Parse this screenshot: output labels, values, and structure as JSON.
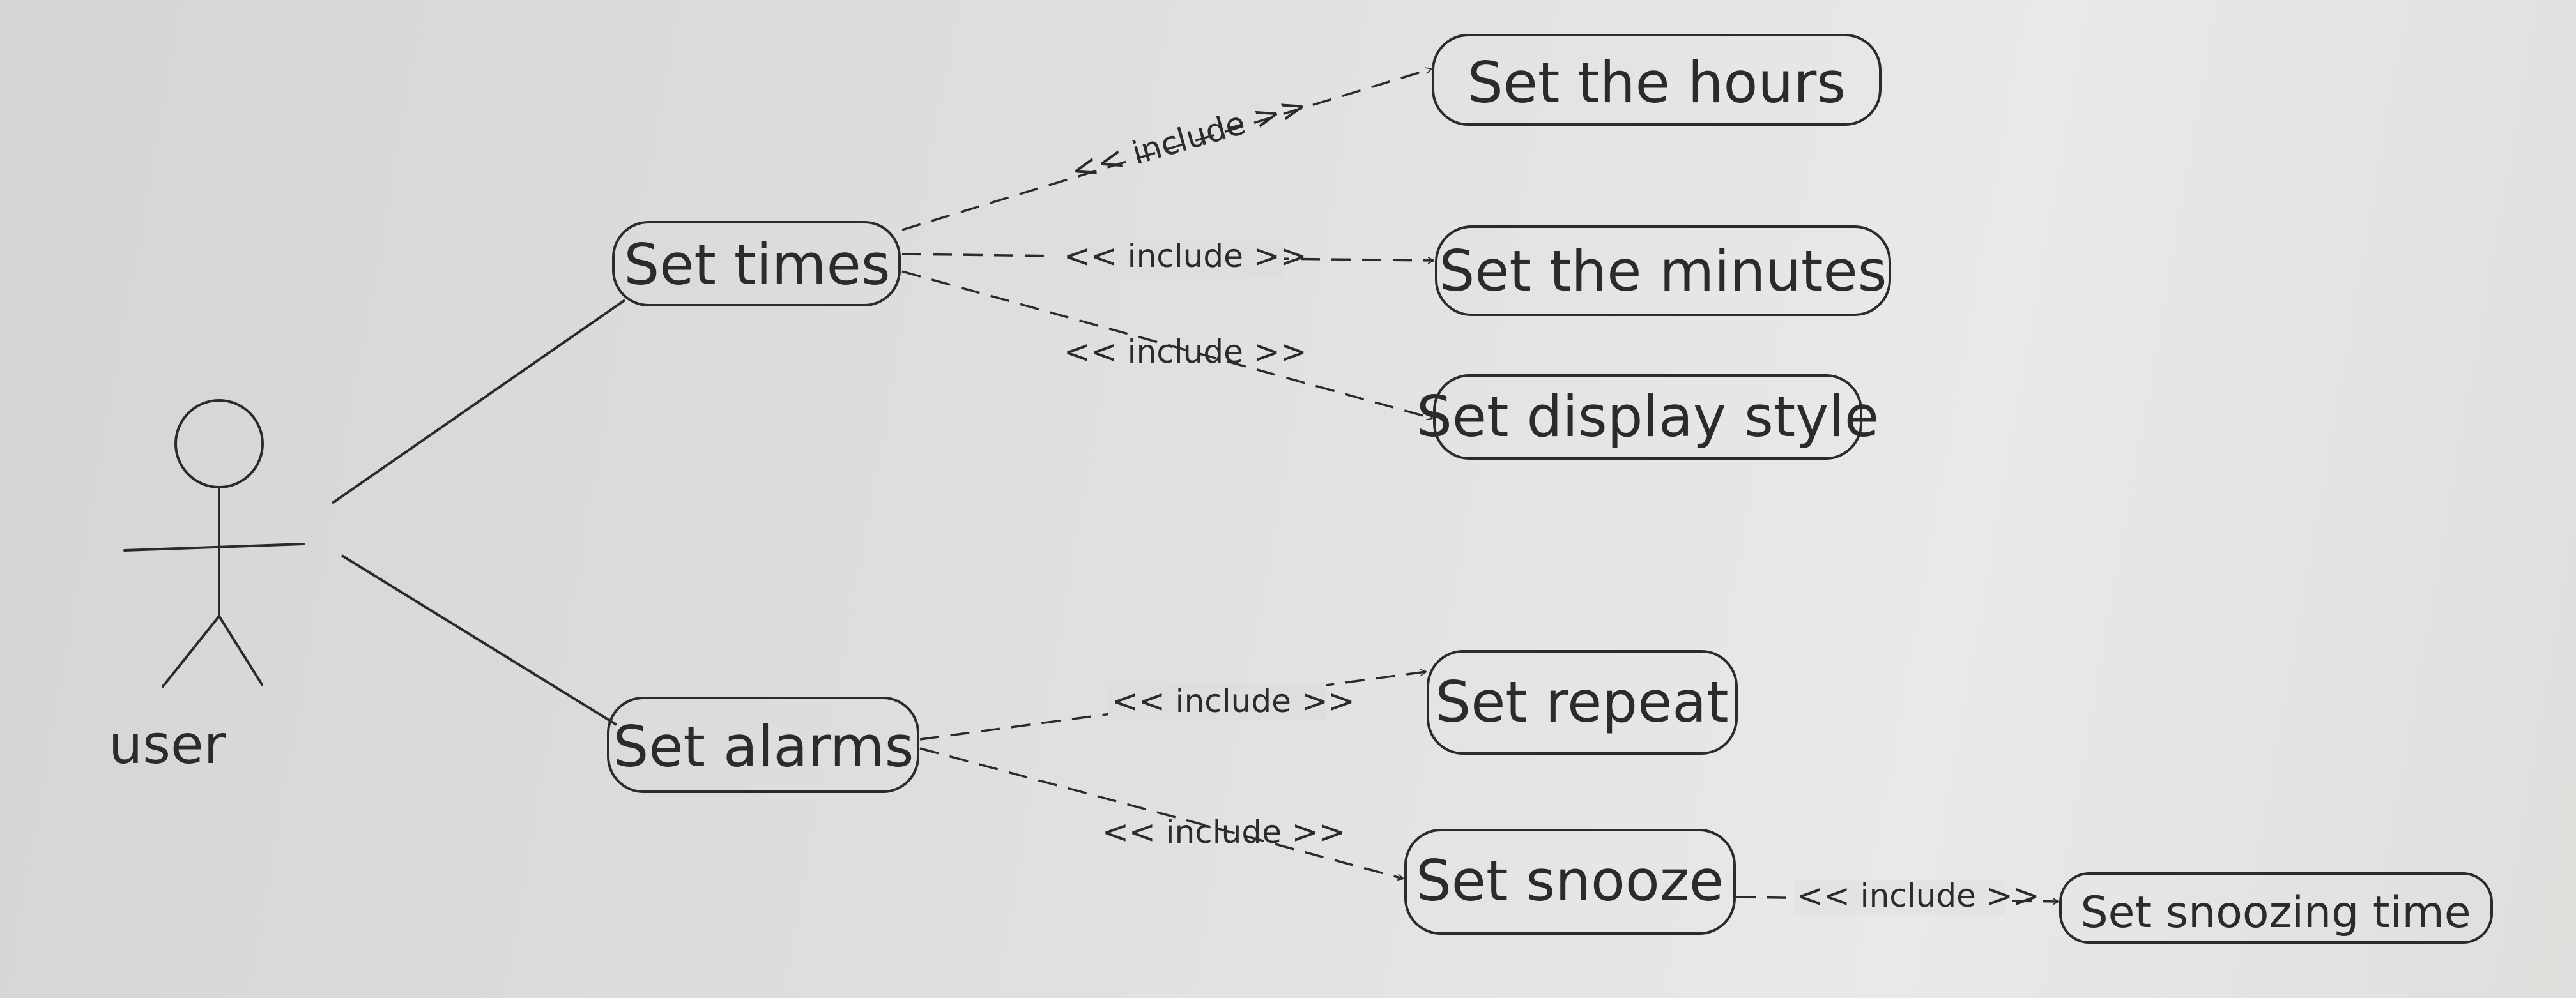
{
  "diagram": {
    "actor": {
      "label": "user"
    },
    "use_cases": {
      "set_times": "Set times",
      "set_alarms": "Set alarms",
      "set_hours": "Set the hours",
      "set_minutes": "Set the minutes",
      "set_display_style": "Set display style",
      "set_repeat": "Set repeat",
      "set_snooze": "Set snooze",
      "set_snoozing_time": "Set snoozing time"
    },
    "include_labels": {
      "times_hours": "<< include >>",
      "times_minutes": "<< include >>",
      "times_display": "<< include >>",
      "alarms_repeat": "<< include >>",
      "alarms_snooze": "<< include >>",
      "snooze_time": "<< include >>"
    }
  }
}
